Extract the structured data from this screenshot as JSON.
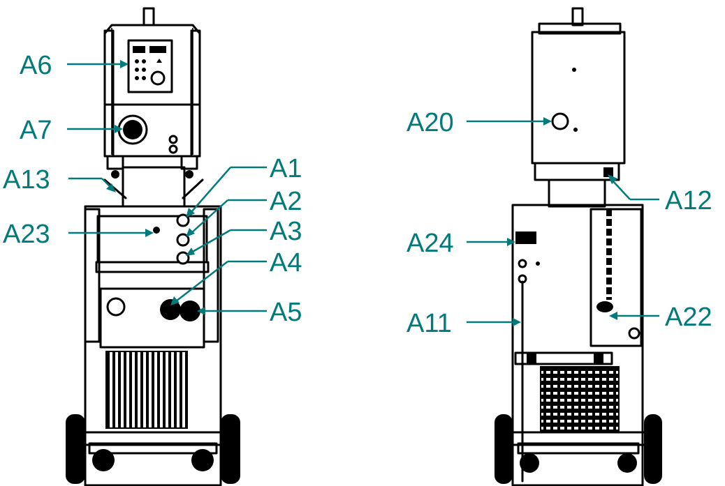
{
  "accent_color": "#007a7a",
  "callouts": [
    {
      "id": "A6",
      "text": "A6"
    },
    {
      "id": "A7",
      "text": "A7"
    },
    {
      "id": "A13",
      "text": "A13"
    },
    {
      "id": "A23",
      "text": "A23"
    },
    {
      "id": "A1",
      "text": "A1"
    },
    {
      "id": "A2",
      "text": "A2"
    },
    {
      "id": "A3",
      "text": "A3"
    },
    {
      "id": "A4",
      "text": "A4"
    },
    {
      "id": "A5",
      "text": "A5"
    },
    {
      "id": "A20",
      "text": "A20"
    },
    {
      "id": "A12",
      "text": "A12"
    },
    {
      "id": "A24",
      "text": "A24"
    },
    {
      "id": "A11",
      "text": "A11"
    },
    {
      "id": "A22",
      "text": "A22"
    }
  ]
}
